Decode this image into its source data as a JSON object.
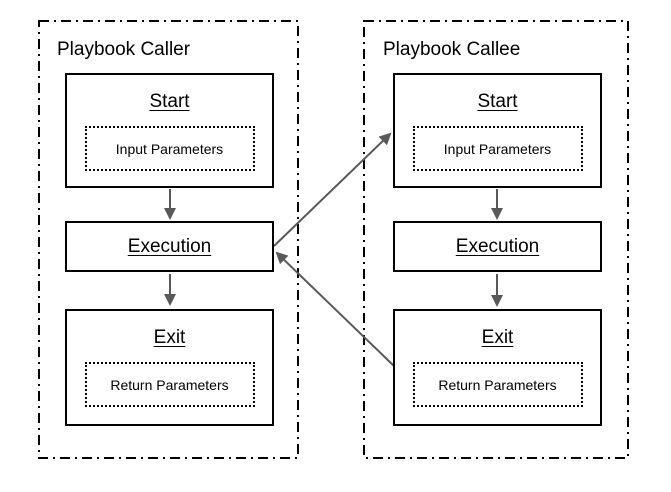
{
  "colors": {
    "background": "#ffffff",
    "border": "#000000",
    "arrow": "#58595b",
    "text": "#000000"
  },
  "caller": {
    "title": "Playbook Caller",
    "start_label": "Start",
    "input_params_label": "Input Parameters",
    "execution_label": "Execution",
    "exit_label": "Exit",
    "return_params_label": "Return Parameters"
  },
  "callee": {
    "title": "Playbook Callee",
    "start_label": "Start",
    "input_params_label": "Input Parameters",
    "execution_label": "Execution",
    "exit_label": "Exit",
    "return_params_label": "Return Parameters"
  },
  "connections": [
    {
      "from": "caller-start",
      "to": "caller-execution"
    },
    {
      "from": "caller-execution",
      "to": "caller-exit"
    },
    {
      "from": "callee-start",
      "to": "callee-execution"
    },
    {
      "from": "callee-execution",
      "to": "callee-exit"
    },
    {
      "from": "caller-execution",
      "to": "callee-start"
    },
    {
      "from": "callee-exit",
      "to": "caller-execution"
    }
  ]
}
